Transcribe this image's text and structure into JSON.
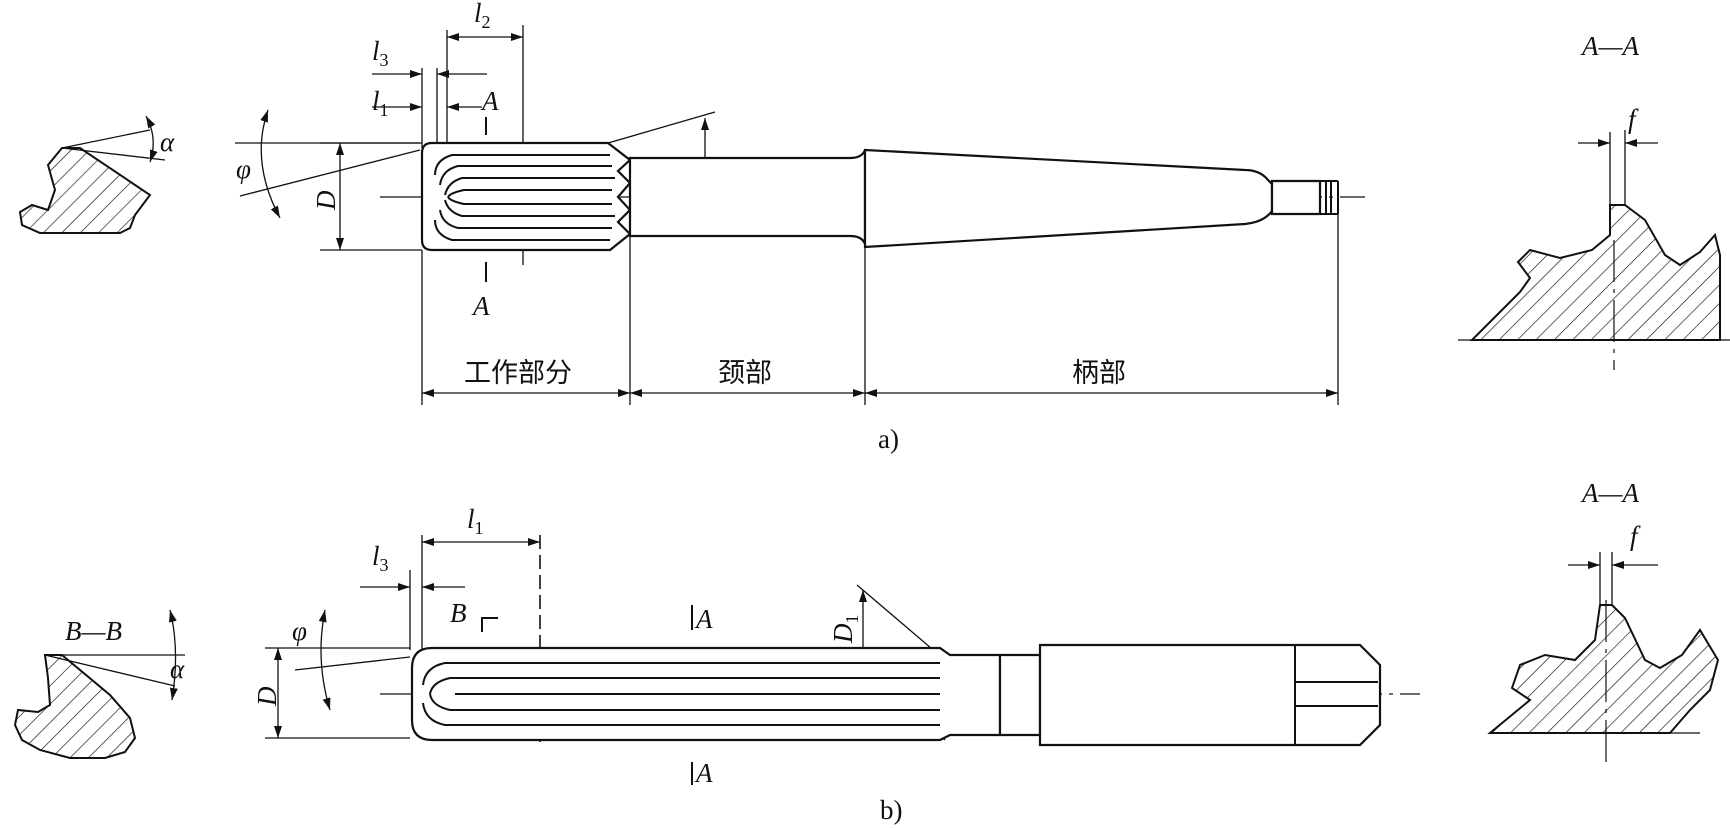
{
  "figure_a": {
    "caption": "a)",
    "labels": {
      "l2": "l",
      "l2_sub": "2",
      "l3": "l",
      "l3_sub": "3",
      "l1": "l",
      "l1_sub": "1",
      "section_mark": "A",
      "phi": "φ",
      "D": "D",
      "alpha": "α",
      "f": "f",
      "section_title": "A—A"
    },
    "parts": {
      "working": "工作部分",
      "neck": "颈部",
      "shank": "柄部"
    }
  },
  "figure_b": {
    "caption": "b)",
    "labels": {
      "l1": "l",
      "l1_sub": "1",
      "l3": "l",
      "l3_sub": "3",
      "D1": "D",
      "D1_sub": "1",
      "section_mark_a": "A",
      "section_mark_b": "B",
      "phi": "φ",
      "D": "D",
      "alpha": "α",
      "f": "f",
      "section_title_bb": "B—B",
      "section_title_aa": "A—A"
    }
  }
}
